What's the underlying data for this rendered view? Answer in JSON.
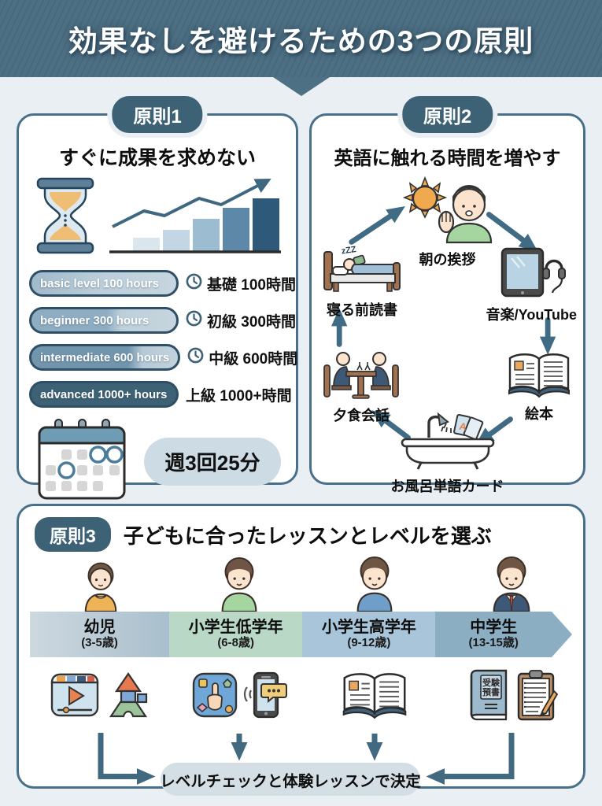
{
  "header": {
    "title": "効果なしを避けるための3つの原則"
  },
  "colors": {
    "header_bg": "#4e7084",
    "panel_border": "#49708a",
    "badge_bg": "#3d6175",
    "arrow": "#3f6b84",
    "pill_dark": "#3d6175",
    "schedule_pill_bg": "#cddce4",
    "band_green": "#b9d8c6",
    "band_blue": "#a8c5d9",
    "band_dark": "#8caec3"
  },
  "principle1": {
    "badge": "原則1",
    "title": "すぐに成果を求めない",
    "levels": [
      {
        "pill": "basic level 100 hours",
        "label": "基礎 100時間"
      },
      {
        "pill": "beginner 300 hours",
        "label": "初級 300時間"
      },
      {
        "pill": "intermediate 600 hours",
        "label": "中級 600時間"
      },
      {
        "pill": "advanced 1000+ hours",
        "label": "上級 1000+時間"
      }
    ],
    "schedule": "週3回25分"
  },
  "principle2": {
    "badge": "原則2",
    "title": "英語に触れる時間を増やす",
    "cycle": [
      "朝の挨拶",
      "音楽/YouTube",
      "絵本",
      "お風呂単語カード",
      "夕食会話",
      "寝る前読書"
    ],
    "sleep_zzz": "zZZ",
    "bath_card_letter": "A"
  },
  "principle3": {
    "badge": "原則3",
    "title": "子どもに合ったレッスンとレベルを選ぶ",
    "groups": [
      {
        "name": "幼児",
        "age": "(3-5歳)"
      },
      {
        "name": "小学生低学年",
        "age": "(6-8歳)"
      },
      {
        "name": "小学生高学年",
        "age": "(9-12歳)"
      },
      {
        "name": "中学生",
        "age": "(13-15歳)"
      }
    ],
    "exam_book_cover": [
      "受験",
      "預書"
    ],
    "decision": "レベルチェックと体験レッスンで決定"
  }
}
